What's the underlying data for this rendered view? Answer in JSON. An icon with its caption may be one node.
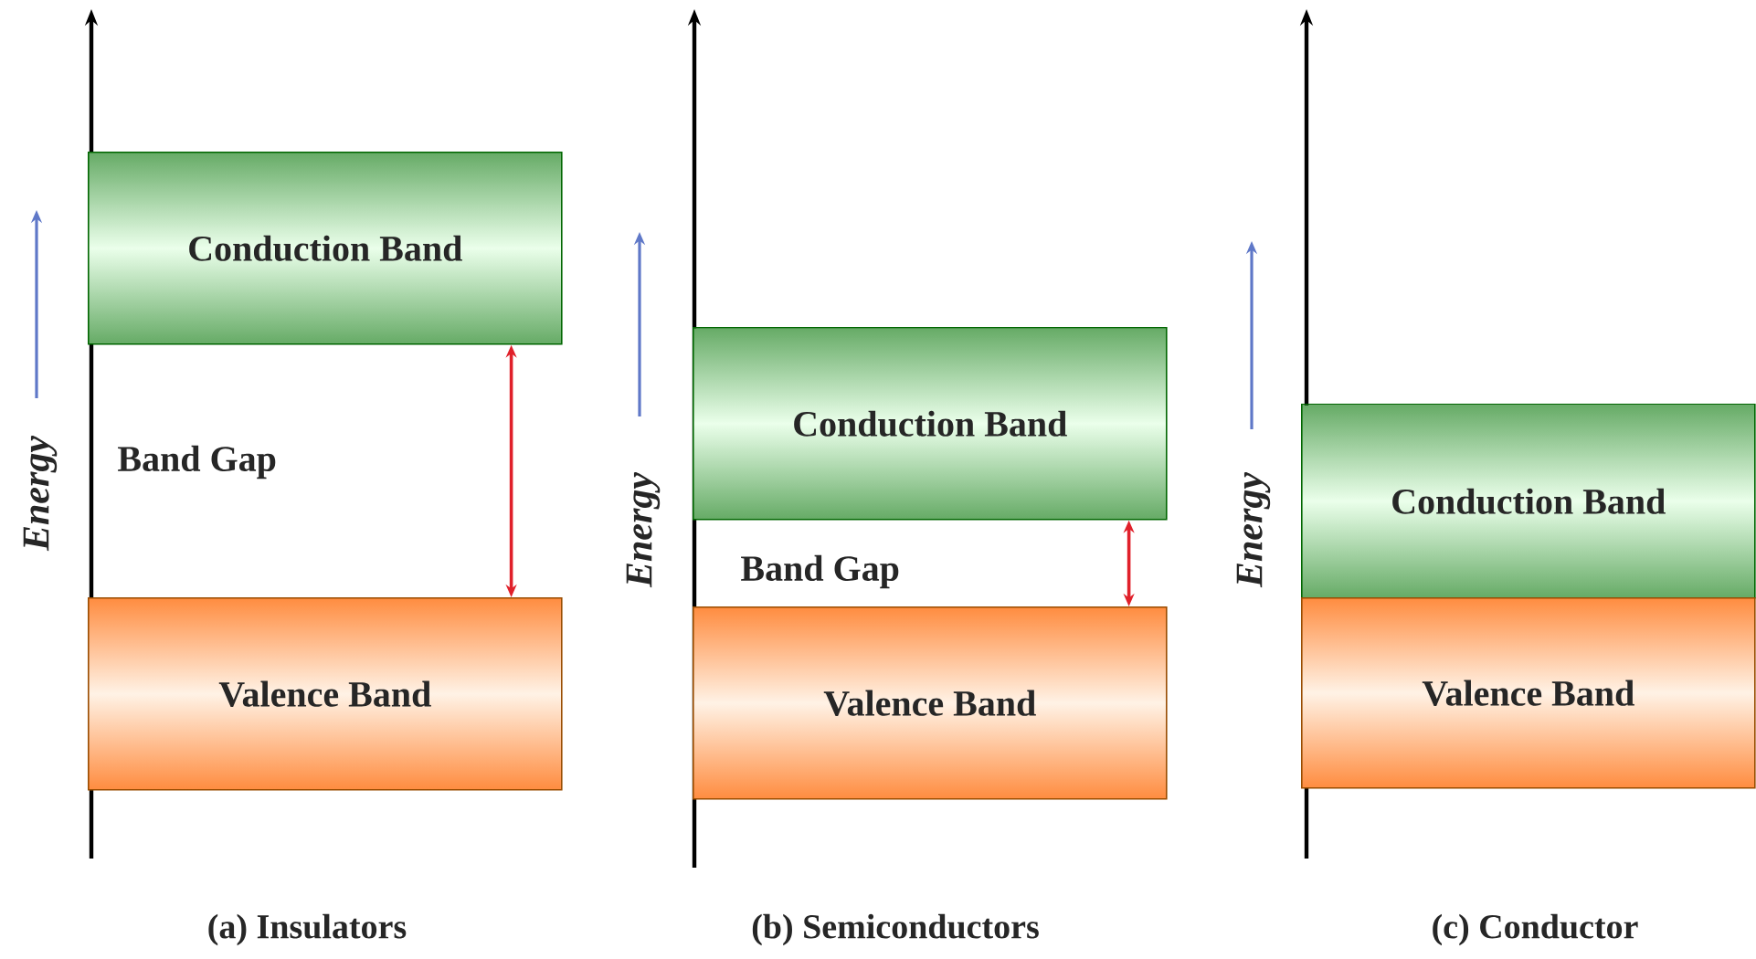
{
  "diagram": {
    "nodes": [
      {
        "text": [
          "Conduction Band"
        ]
      },
      {
        "text": [
          "Valence Band"
        ]
      },
      {
        "text": [
          "Conduction Band"
        ]
      },
      {
        "text": [
          "Valence Band"
        ]
      },
      {
        "text": [
          "Conduction Band"
        ]
      },
      {
        "text": [
          "Valence Band"
        ]
      }
    ],
    "edges": [
      {
        "from": 0,
        "to": 1,
        "arrow": "both"
      },
      {
        "from": 2,
        "to": 3,
        "arrow": "both"
      }
    ],
    "labels": [
      "Energy",
      "Band Gap",
      "(a) Insulators",
      "Energy",
      "Band Gap",
      "(b) Semiconductors",
      "Energy",
      "(c) Conductor"
    ]
  }
}
